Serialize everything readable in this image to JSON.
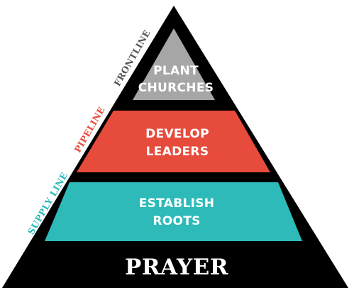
{
  "diagram": {
    "tiers": [
      {
        "id": "top",
        "lines": [
          "PLANT",
          "CHURCHES"
        ],
        "color": "#a6a6a6"
      },
      {
        "id": "middle",
        "lines": [
          "DEVELOP",
          "LEADERS"
        ],
        "color": "#e64b3c"
      },
      {
        "id": "lower",
        "lines": [
          "ESTABLISH",
          "ROOTS"
        ],
        "color": "#2dbab9"
      }
    ],
    "base": {
      "label": "PRAYER"
    },
    "side_labels": [
      {
        "id": "frontline",
        "label": "FRONTLINE",
        "color": "#555555"
      },
      {
        "id": "pipeline",
        "label": "PIPELINE",
        "color": "#e64b3c"
      },
      {
        "id": "supply-line",
        "label": "SUPPLY LINE",
        "color": "#2dbab9"
      }
    ],
    "outline_color": "#000000"
  }
}
